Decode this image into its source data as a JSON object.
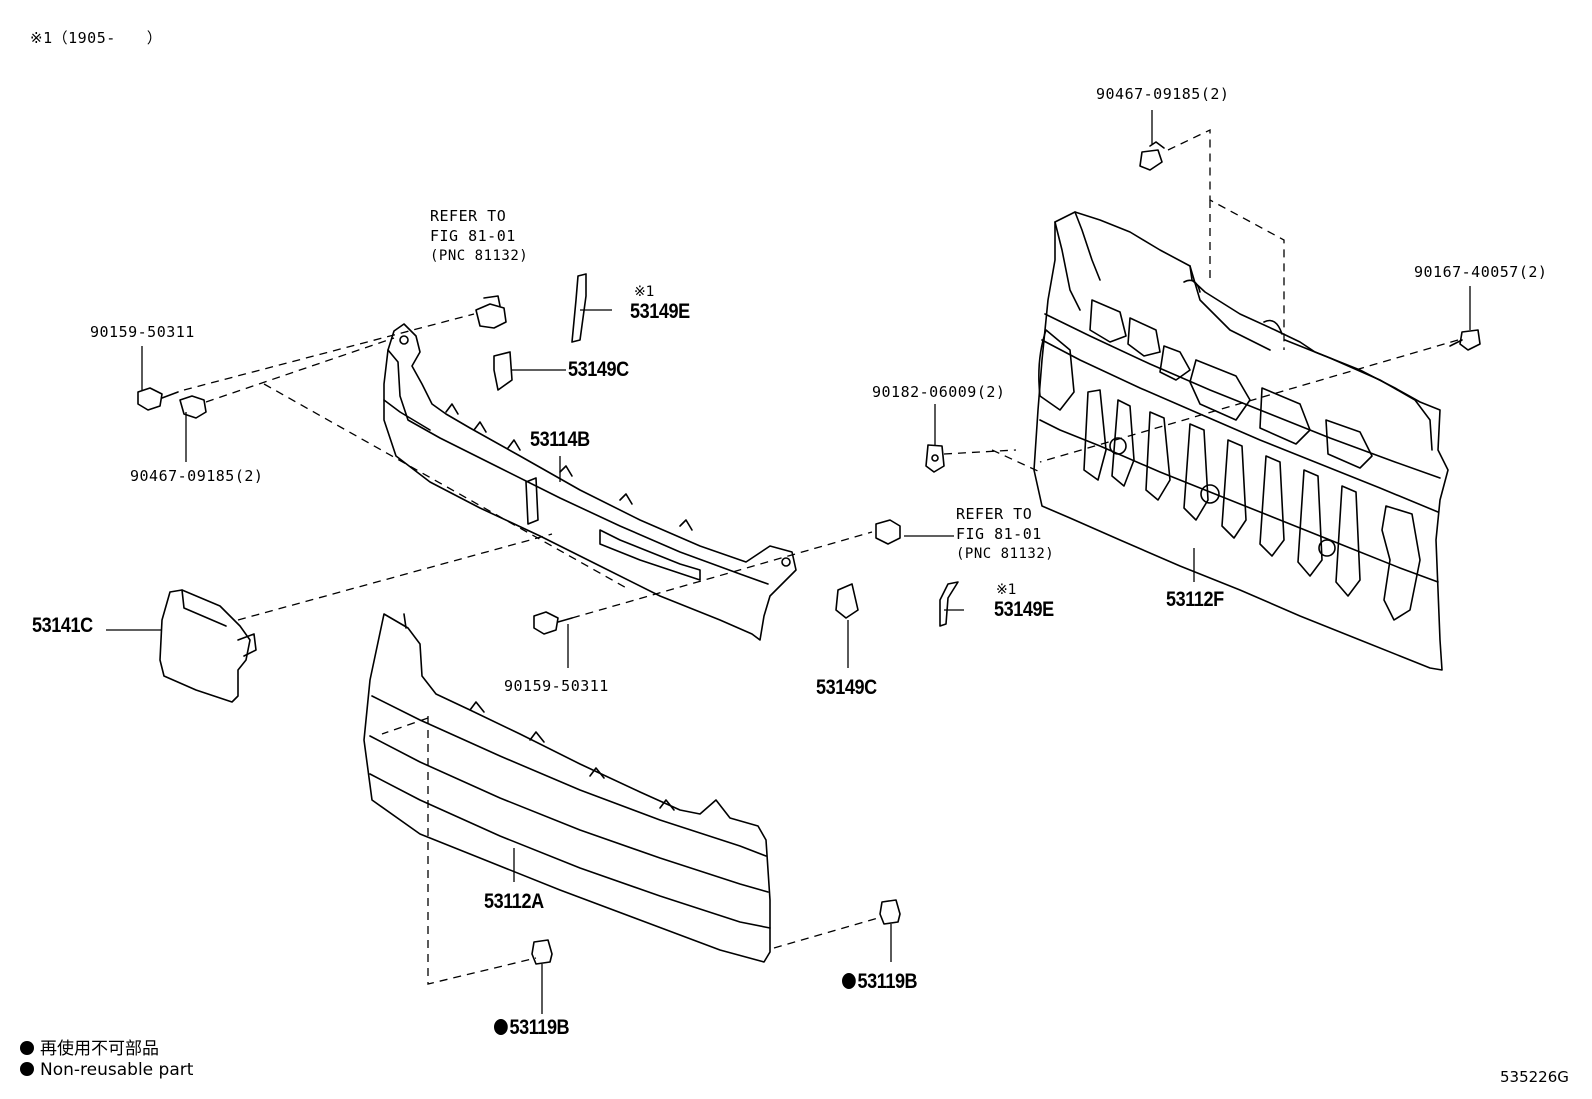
{
  "header_note": "※1（1905-　　）",
  "footer_code": "535226G",
  "legend": {
    "jp": "再使用不可部品",
    "en": "Non-reusable part"
  },
  "callouts": {
    "bolt_top_right": "90467-09185(2)",
    "screw_right": "90167-40057(2)",
    "nut_right": "90182-06009(2)",
    "bolt_left": "90159-50311",
    "clip_left": "90467-09185(2)",
    "bolt_center": "90159-50311",
    "refer_top": [
      "REFER TO",
      "FIG 81-01",
      "(PNC 81132)"
    ],
    "refer_mid": [
      "REFER TO",
      "FIG 81-01",
      "(PNC 81132)"
    ]
  },
  "parts": {
    "p53149E_top": "53149E",
    "p53149E_mid": "53149E",
    "note_mark": "※1",
    "p53149C_top": "53149C",
    "p53149C_mid": "53149C",
    "p53114B": "53114B",
    "p53141C": "53141C",
    "p53112F": "53112F",
    "p53112A": "53112A",
    "p53119B_left": "53119B",
    "p53119B_right": "53119B"
  }
}
